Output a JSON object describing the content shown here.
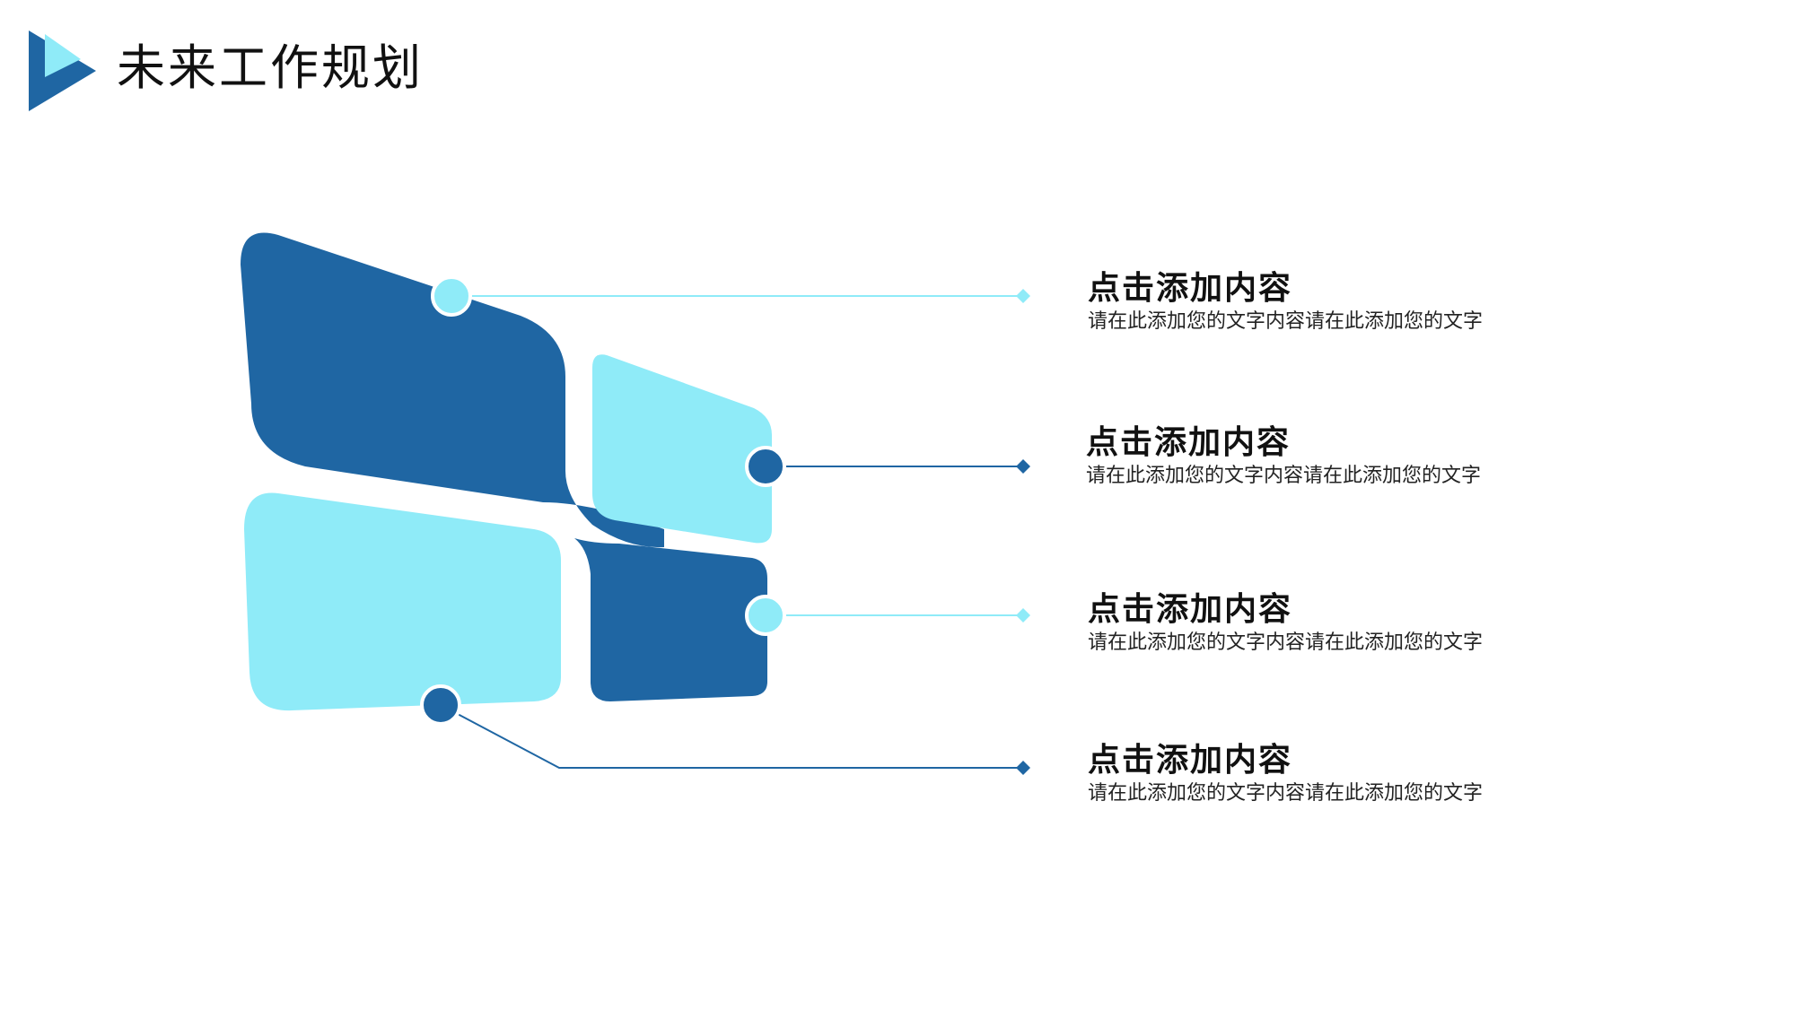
{
  "header": {
    "title": "未来工作规划"
  },
  "colors": {
    "dark_blue": "#1F66A3",
    "light_blue": "#8FEBF8",
    "text": "#111111"
  },
  "items": [
    {
      "title": "点击添加内容",
      "desc": "请在此添加您的文字内容请在此添加您的文字"
    },
    {
      "title": "点击添加内容",
      "desc": "请在此添加您的文字内容请在此添加您的文字"
    },
    {
      "title": "点击添加内容",
      "desc": "请在此添加您的文字内容请在此添加您的文字"
    },
    {
      "title": "点击添加内容",
      "desc": "请在此添加您的文字内容请在此添加您的文字"
    }
  ]
}
